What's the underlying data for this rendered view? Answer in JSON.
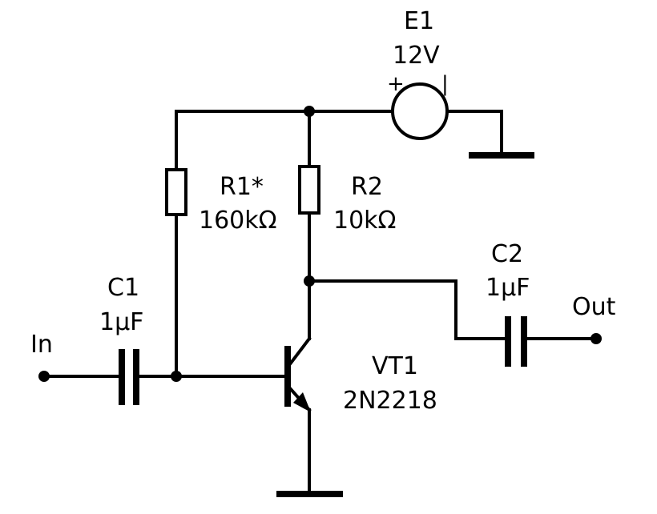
{
  "diagram": {
    "type": "circuit-schematic",
    "components": {
      "E1": {
        "ref": "E1",
        "value": "12V",
        "pos_sign": "+",
        "neg_sign": "|",
        "icon": "voltage-source"
      },
      "R1": {
        "ref": "R1*",
        "value": "160kΩ",
        "icon": "resistor"
      },
      "R2": {
        "ref": "R2",
        "value": "10kΩ",
        "icon": "resistor"
      },
      "C1": {
        "ref": "C1",
        "value": "1µF",
        "icon": "capacitor"
      },
      "C2": {
        "ref": "C2",
        "value": "1µF",
        "icon": "capacitor"
      },
      "VT1": {
        "ref": "VT1",
        "value": "2N2218",
        "icon": "npn-transistor"
      }
    },
    "terminals": {
      "input": "In",
      "output": "Out"
    },
    "colors": {
      "line": "#000000",
      "background": "#ffffff"
    }
  }
}
